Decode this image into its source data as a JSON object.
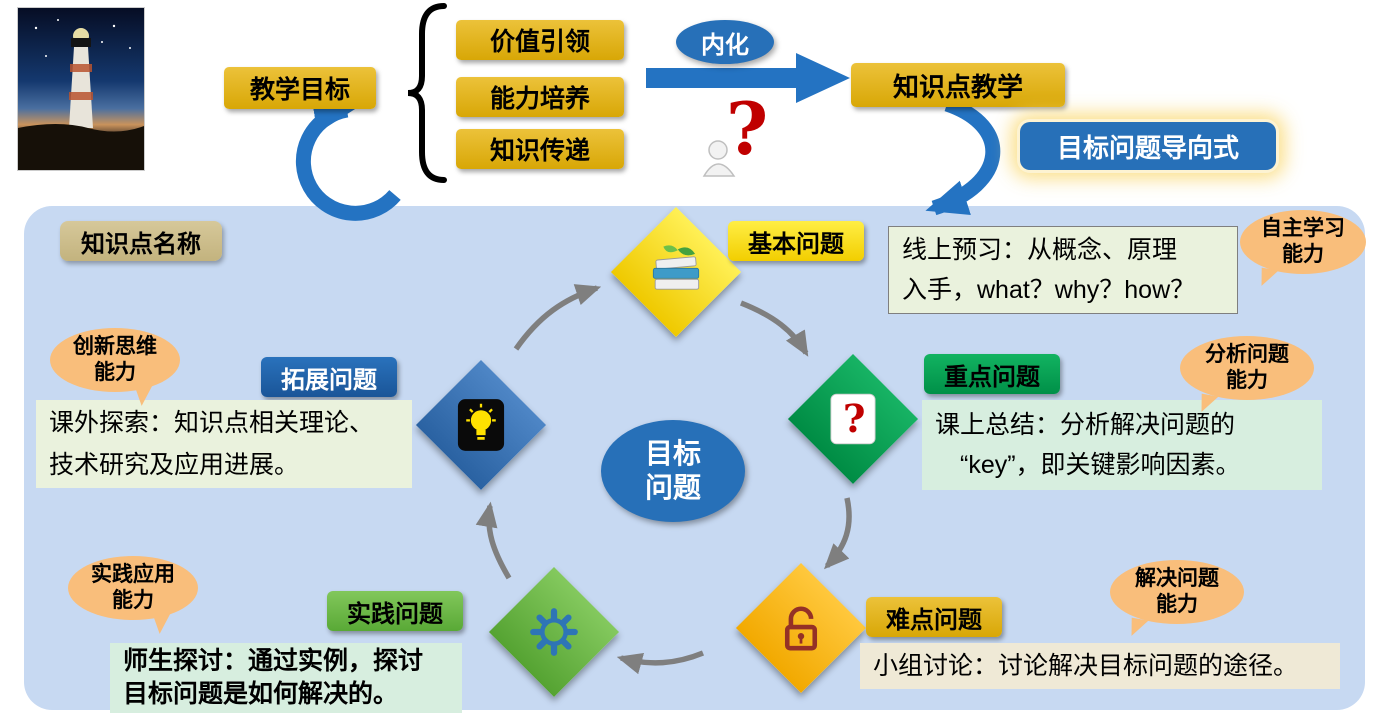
{
  "top": {
    "teaching_goal": "教学目标",
    "goal_items": [
      "价值引领",
      "能力培养",
      "知识传递"
    ],
    "internalize": "内化",
    "knowledge_teaching": "知识点教学",
    "method_badge": "目标问题导向式"
  },
  "panel": {
    "knowledge_point_name": "知识点名称",
    "center_ellipse": "目标\n问题",
    "nodes": [
      {
        "label": "基本问题",
        "icon": "books-icon",
        "desc": "线上预习：从概念、原理\n入手，what？why？how？",
        "ability": "自主学习\n能力"
      },
      {
        "label": "重点问题",
        "icon": "question-icon",
        "desc": "课上总结：分析解决问题的\n　“key”，即关键影响因素。",
        "ability": "分析问题\n能力"
      },
      {
        "label": "难点问题",
        "icon": "lock-icon",
        "desc": "小组讨论：讨论解决目标问题的途径。",
        "ability": "解决问题\n能力"
      },
      {
        "label": "实践问题",
        "icon": "gear-icon",
        "desc": "师生探讨：通过实例，探讨\n目标问题是如何解决的。",
        "ability": "实践应用\n能力"
      },
      {
        "label": "拓展问题",
        "icon": "bulb-icon",
        "desc": "课外探索：知识点相关理论、\n技术研究及应用进展。",
        "ability": "创新思维\n能力"
      }
    ]
  },
  "colors": {
    "gold": "#DCA80A",
    "yellow": "#FFE01A",
    "green": "#00A651",
    "light_green": "#68BB43",
    "orange": "#FFB81C",
    "blue": "#2770B8",
    "panel_bg": "#C7D9F2",
    "bubble": "#F9BE7B",
    "arrow_gray": "#7F7F7F",
    "question_red": "#C00000"
  }
}
